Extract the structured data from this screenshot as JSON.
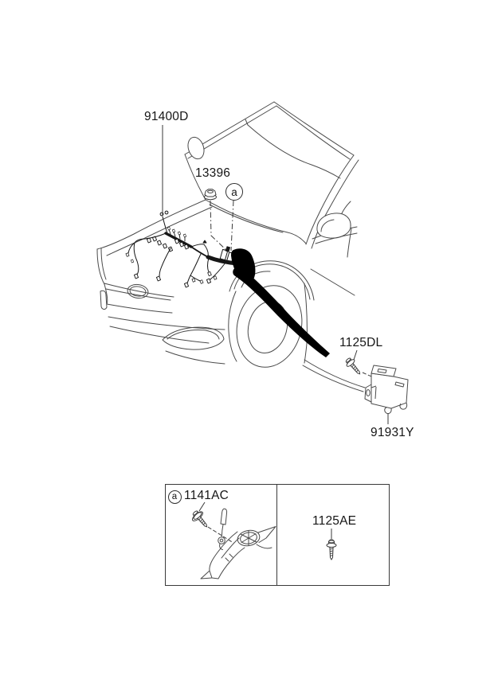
{
  "page": {
    "background_color": "#ffffff",
    "line_color": "#4a4a4a",
    "ink_color": "#161616",
    "fill_color": "#000000"
  },
  "diagram": {
    "type": "automotive-parts-callout-diagram",
    "subject": "control wiring harness on front of sedan"
  },
  "labels": {
    "harness": "91400D",
    "nut": "13396",
    "marker": "a",
    "bracket_bolt": "1125DL",
    "bracket": "91931Y",
    "box_marker": "a",
    "box_part_bolt": "1141AC",
    "box_bolt": "1125AE"
  },
  "icons": {
    "nut": "flange-nut-icon",
    "bracket_bolt": "flange-bolt-icon",
    "box_part_bolt": "flange-bolt-with-washer-icon",
    "box_bolt": "flange-bolt-icon"
  }
}
